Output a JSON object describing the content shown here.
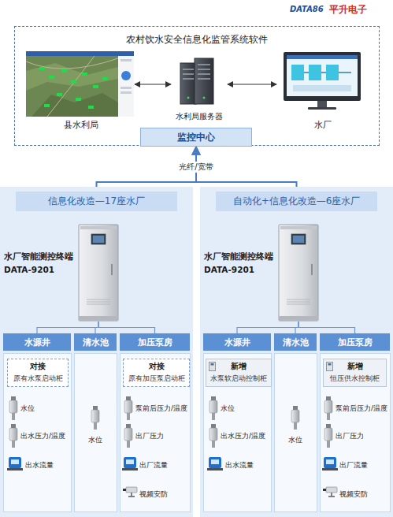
{
  "diagram": {
    "nodes": [
      {
        "text": [
          "农村饮水安全信息化监管系统软件"
        ]
      },
      {
        "text": [
          "县水利局"
        ],
        "in": 0
      },
      {
        "text": [
          "水利局服务器"
        ],
        "in": 0
      },
      {
        "text": [
          "水厂"
        ],
        "in": 0
      },
      {
        "text": [
          "监控中心"
        ]
      },
      {
        "text": [
          "信息化改造—17座水厂"
        ]
      },
      {
        "text": [
          "水厂智能测控终端",
          "DATA-9201"
        ],
        "in": 5
      },
      {
        "text": [
          "水源井"
        ],
        "in": 5
      },
      {
        "text": [
          "清水池"
        ],
        "in": 5
      },
      {
        "text": [
          "加压泵房"
        ],
        "in": 5
      },
      {
        "text": [
          "对接",
          "原有水泵启动柜"
        ],
        "in": 5
      },
      {
        "text": [
          "对接",
          "原有加压泵启动柜"
        ],
        "in": 5
      },
      {
        "text": [
          "自动化+信息化改造—6座水厂"
        ]
      },
      {
        "text": [
          "水厂智能测控终端",
          "DATA-9201"
        ],
        "in": 12
      },
      {
        "text": [
          "水源井"
        ],
        "in": 12
      },
      {
        "text": [
          "清水池"
        ],
        "in": 12
      },
      {
        "text": [
          "加压泵房"
        ],
        "in": 12
      },
      {
        "text": [
          "新增",
          "水泵软启动控制柜"
        ],
        "in": 12
      },
      {
        "text": [
          "新增",
          "恒压供水控制柜"
        ],
        "in": 12
      }
    ],
    "edges": [
      {
        "from": 1,
        "to": 2,
        "arrow": "both"
      },
      {
        "from": 2,
        "to": 3,
        "arrow": "both"
      },
      {
        "from": 5,
        "to": 4,
        "arrow": "to",
        "label": "光纤/宽带"
      },
      {
        "from": 12,
        "to": 4,
        "arrow": "to"
      },
      {
        "from": 6,
        "to": 7,
        "arrow": "none"
      },
      {
        "from": 6,
        "to": 8,
        "arrow": "none"
      },
      {
        "from": 6,
        "to": 9,
        "arrow": "none"
      },
      {
        "from": 13,
        "to": 14,
        "arrow": "none"
      },
      {
        "from": 13,
        "to": 15,
        "arrow": "none"
      },
      {
        "from": 13,
        "to": 16,
        "arrow": "none"
      }
    ],
    "labels": [
      "DATA86",
      "平升电子",
      "水位",
      "出水压力/温度",
      "出水流量",
      "水位",
      "泵前后压力/温度",
      "出厂压力",
      "出厂流量",
      "视频安防",
      "水位",
      "出水压力/温度",
      "出水流量",
      "水位",
      "泵前后压力/温度",
      "出厂压力",
      "出厂流量",
      "视频安防"
    ]
  }
}
